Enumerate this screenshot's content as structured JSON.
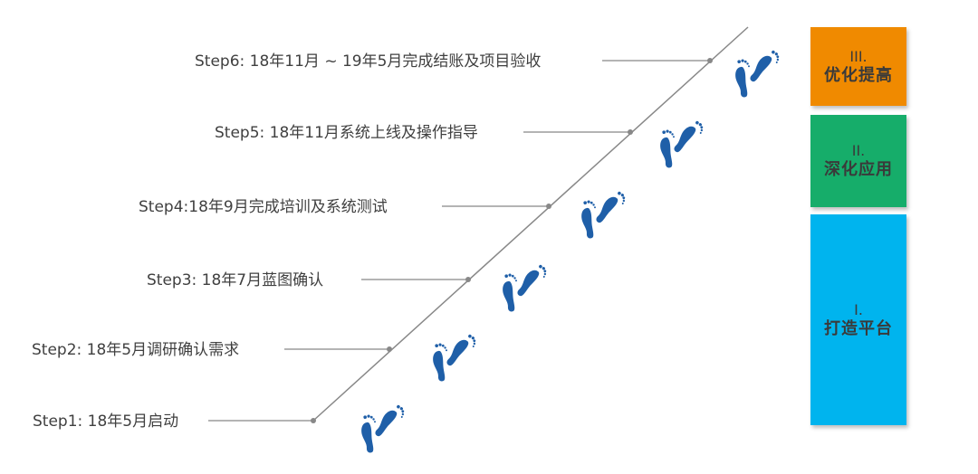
{
  "steps": [
    {
      "label": "Step1: 18年5月启动"
    },
    {
      "label": "Step2:  18年5月调研确认需求"
    },
    {
      "label": "Step3: 18年7月蓝图确认"
    },
    {
      "label": "Step4:18年9月完成培训及系统测试"
    },
    {
      "label": "Step5: 18年11月系统上线及操作指导"
    },
    {
      "label": "Step6: 18年11月 ~  19年5月完成结账及项目验收"
    }
  ],
  "phases": {
    "phase3": {
      "num": "III.",
      "name": "优化提高",
      "color": "#f08a00"
    },
    "phase2": {
      "num": "II.",
      "name": "深化应用",
      "color": "#16ad6a"
    },
    "phase1": {
      "num": "I.",
      "name": "打造平台",
      "color": "#00b4ee"
    }
  },
  "colors": {
    "footprint": "#1f5fa8",
    "line": "#888888",
    "text": "#404040"
  },
  "icons": [
    "footprints-icon"
  ]
}
